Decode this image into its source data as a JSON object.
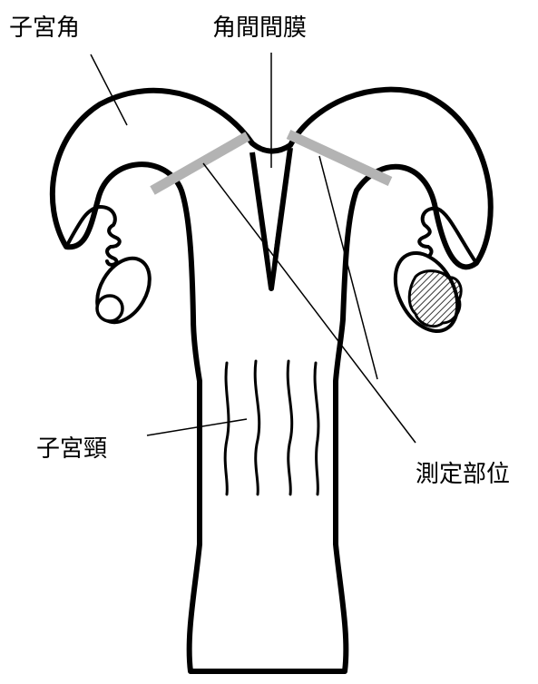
{
  "labels": {
    "horn": "子宮角",
    "intercornual_septum": "角間間膜",
    "cervix": "子宮頸",
    "measurement_site": "測定部位"
  },
  "colors": {
    "outline": "#000000",
    "marker": "#b3b3b3",
    "background": "#ffffff"
  }
}
